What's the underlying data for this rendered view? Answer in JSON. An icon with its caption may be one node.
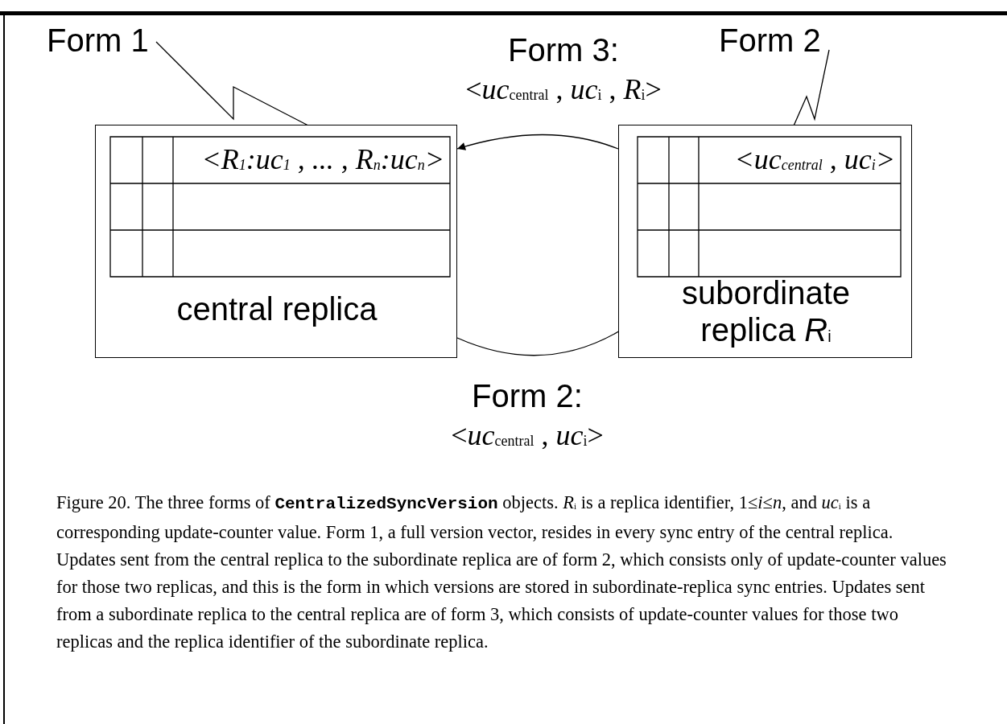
{
  "diagram": {
    "caption": "Figure 20.  The three forms of **CentralizedSyncVersion** objects.  *R*$_{i}$ is a replica identifier, 1≤*i*≤*n*, and *uc*$_{i}$ is a corresponding update-counter value.  Form 1, a full version vector, resides in every sync entry of the central replica.  Updates sent from the central replica to the subordinate replica are of form 2, which consists only of update-counter values for those two replicas, and this is the form in which versions are stored in subordinate-replica sync entries.  Updates sent from a subordinate replica to the central replica are of form 3, which consists of update-counter values for those two replicas and the replica identifier of the subordinate replica.",
    "nodes": [
      {
        "text": [
          "central replica"
        ]
      },
      {
        "text": [
          "<R$_{1}$:uc$_{1}$ , ... , R$_{n}$:uc$_{n}$>"
        ],
        "in": 0
      },
      {
        "text": [
          "subordinate replica *R*$_{i}$"
        ]
      },
      {
        "text": [
          "<uc$_{central}$ , uc$_{i}$>"
        ],
        "in": 2
      },
      {
        "text": [
          "Form 1"
        ]
      },
      {
        "text": [
          "Form 2"
        ]
      }
    ],
    "edges": [
      {
        "from": 4,
        "to": 1,
        "arrow": "to"
      },
      {
        "from": 5,
        "to": 3,
        "arrow": "to"
      },
      {
        "from": 2,
        "to": 0,
        "arrow": "to",
        "label": "Form 3: <*uc*$_{central}$ , *uc*$_{i}$ , *R*$_{i}$>"
      },
      {
        "from": 0,
        "to": 2,
        "arrow": "to",
        "label": "Form 2: <*uc*$_{central}$ , *uc*$_{i}$>"
      }
    ]
  }
}
